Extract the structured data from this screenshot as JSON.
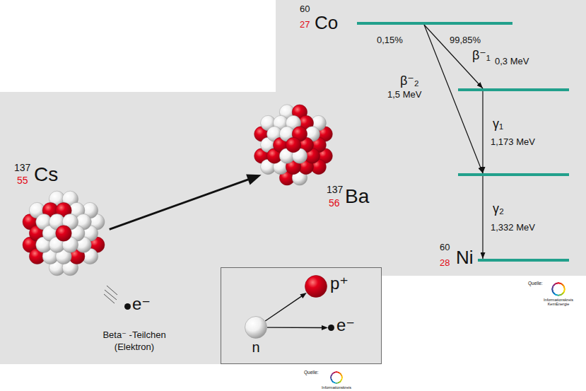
{
  "diagram": {
    "nodes": [
      {
        "text": [
          "60",
          "27",
          "Co"
        ]
      },
      {
        "text": [
          "60",
          "28",
          "Ni"
        ]
      },
      {
        "text": [
          "137",
          "55",
          "Cs"
        ]
      },
      {
        "text": [
          "137",
          "56",
          "Ba"
        ]
      },
      {
        "text": [
          "e⁻"
        ]
      },
      {
        "text": [
          "n"
        ]
      },
      {
        "text": [
          "p⁺"
        ]
      },
      {
        "text": [
          "e⁻"
        ]
      }
    ],
    "edges": [
      {
        "from": 2,
        "to": 3,
        "arrow": "to"
      },
      {
        "from": 5,
        "to": 6,
        "arrow": "to"
      },
      {
        "from": 5,
        "to": 7,
        "arrow": "to"
      }
    ],
    "labels": [
      "0,15%",
      "99,85%",
      "β⁻₂",
      "1,5 MeV",
      "β⁻₁",
      "0,3 MeV",
      "γ₁",
      "1,173 MeV",
      "γ₂",
      "1,332 MeV",
      "Beta⁻ -Teilchen (Elektron)",
      "Quelle:",
      "Informationskreis KernEnergie",
      "Quelle:",
      "Informationskreis"
    ]
  }
}
